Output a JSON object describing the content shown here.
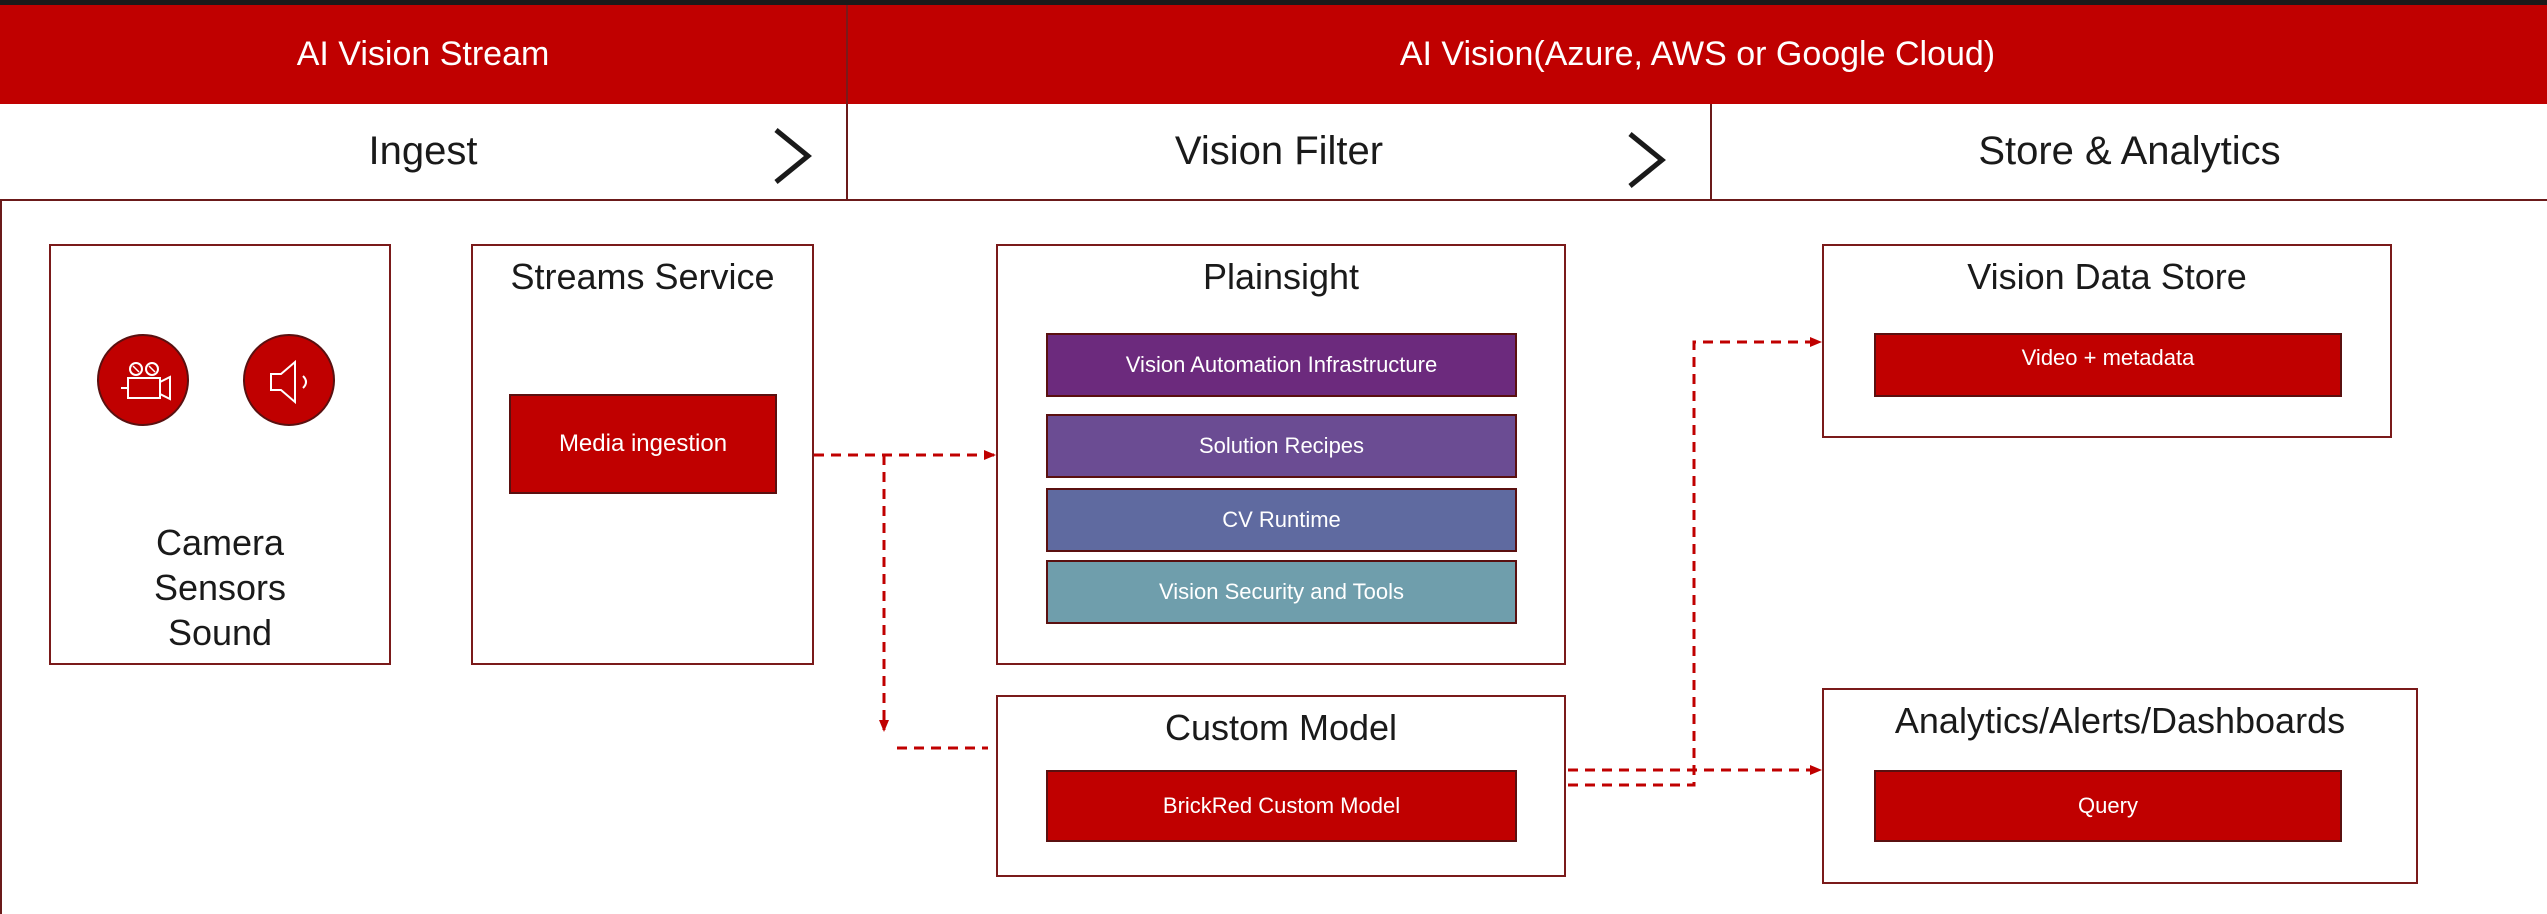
{
  "header": {
    "left": "AI Vision Stream",
    "right": "AI Vision(Azure, AWS or Google Cloud)"
  },
  "phases": [
    "Ingest",
    "Vision Filter",
    "Store & Analytics"
  ],
  "source": {
    "icons": [
      "video-camera-icon",
      "speaker-icon"
    ],
    "lines": [
      "Camera",
      "Sensors",
      "Sound"
    ]
  },
  "streams": {
    "title": "Streams Service",
    "item": "Media ingestion"
  },
  "plainsight": {
    "title": "Plainsight",
    "items": [
      {
        "label": "Vision Automation Infrastructure",
        "color": "#6c2a7d"
      },
      {
        "label": "Solution Recipes",
        "color": "#6b4c93"
      },
      {
        "label": "CV Runtime",
        "color": "#5f6aa0"
      },
      {
        "label": "Vision Security and Tools",
        "color": "#6f9eac"
      }
    ]
  },
  "custom": {
    "title": "Custom Model",
    "item": "BrickRed Custom Model"
  },
  "datastore": {
    "title": "Vision Data Store",
    "item": "Video + metadata"
  },
  "analytics": {
    "title": "Analytics/Alerts/Dashboards",
    "item": "Query"
  },
  "colors": {
    "accent": "#c00000",
    "border": "#7a1a1a",
    "connector": "#c00000"
  }
}
